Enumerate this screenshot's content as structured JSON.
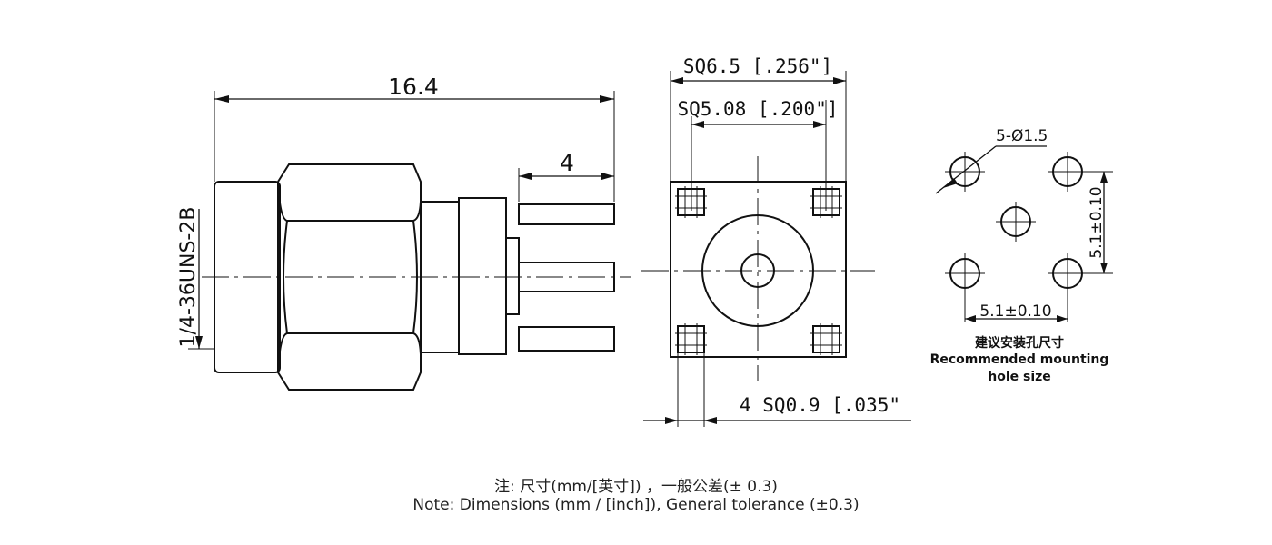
{
  "side_view": {
    "overall_length": "16.4",
    "pin_length": "4",
    "thread_spec": "1/4-36UNS-2B"
  },
  "front_view": {
    "outer_square": "SQ6.5 [.256\"]",
    "pin_spacing": "SQ5.08 [.200\"]",
    "pin_size": "4 SQ0.9 [.035\""
  },
  "mounting_hole": {
    "hole_spec": "5-Ø1.5",
    "vertical_spacing": "5.1±0.10",
    "horizontal_spacing": "5.1±0.10",
    "caption_cn": "建议安装孔尺寸",
    "caption_en_line1": "Recommended mounting",
    "caption_en_line2": "hole size"
  },
  "notes": {
    "line1": "注: 尺寸(mm/[英寸]) ，一般公差(± 0.3)",
    "line2": "Note: Dimensions (mm / [inch]), General tolerance (±0.3)"
  }
}
